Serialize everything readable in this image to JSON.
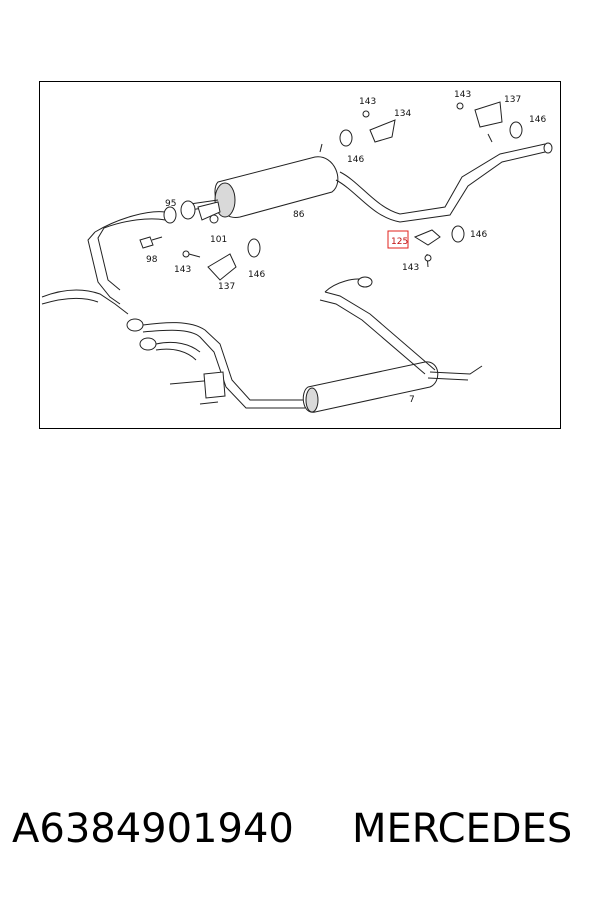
{
  "diagram": {
    "callouts": {
      "c143a": "143",
      "c134": "134",
      "c143b": "143",
      "c137a": "137",
      "c146a": "146",
      "c146b": "146",
      "c95": "95",
      "c86": "86",
      "c101": "101",
      "c98": "98",
      "c143c": "143",
      "c146c": "146",
      "c137b": "137",
      "c125": "125",
      "c146d": "146",
      "c143d": "143",
      "c7": "7"
    },
    "highlight_color": "#e0201b"
  },
  "footer": {
    "part_number": "A6384901940",
    "brand": "MERCEDES"
  }
}
